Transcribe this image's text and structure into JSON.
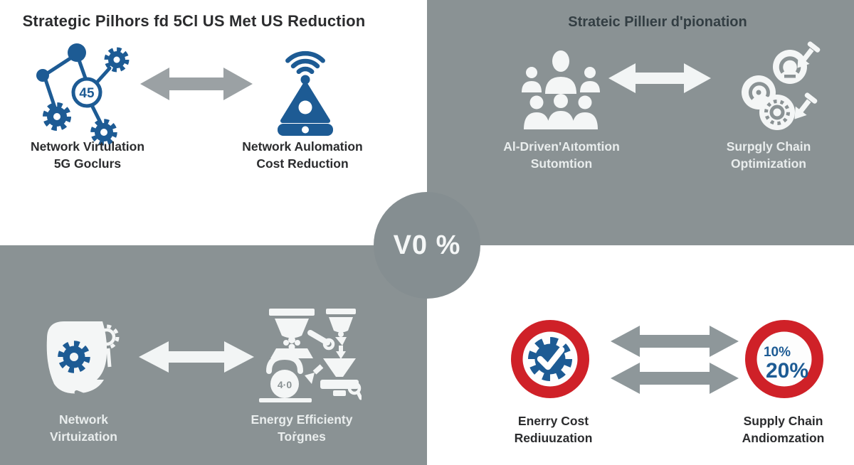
{
  "colors": {
    "panel_gray": "#8a9294",
    "center_circle_gray": "#858e91",
    "brand_blue": "#1d5b94",
    "brand_red": "#cf2128",
    "dark_text": "#2b2c2e",
    "gray_title_text": "#333e43",
    "light_text": "#e9eded",
    "arrow_gray": "#9ba1a4",
    "arrow_gray_dark": "#8e979a",
    "arrow_white": "#f2f5f5"
  },
  "center_badge": {
    "label": "V0 %"
  },
  "quadrants": {
    "top_left": {
      "title": "Strategic Pilhors fd 5Cl US Met US Reduction",
      "left_item": {
        "icon": "network-gears-icon",
        "badge": "45",
        "lines": [
          "Network Virtulation",
          "5G Goclurs"
        ]
      },
      "right_item": {
        "icon": "antenna-tower-icon",
        "lines": [
          "Network Aulomation",
          "Cost Reduction"
        ]
      },
      "arrow_icon": "double-headed-arrow-icon"
    },
    "top_right": {
      "title": "Strateic Pillıeır d'pionation",
      "left_item": {
        "icon": "people-group-icon",
        "lines": [
          "Al-Driven'Aıtomtion",
          "Sutomtion"
        ]
      },
      "right_item": {
        "icon": "gear-wheels-icon",
        "lines": [
          "Surpgly Chain",
          "Optimization"
        ]
      },
      "arrow_icon": "double-headed-arrow-icon"
    },
    "bottom_left": {
      "left_item": {
        "icon": "document-gear-icon",
        "lines": [
          "Network",
          "Virtuization"
        ]
      },
      "right_item": {
        "icon": "industry-machines-icon",
        "badge": "4·0",
        "lines": [
          "Energy Efficienty",
          "Toṙgnes"
        ]
      },
      "arrow_icon": "double-headed-arrow-icon"
    },
    "bottom_right": {
      "left_item": {
        "icon": "ring-gear-check-icon",
        "lines": [
          "Enerry Cost",
          "Rediuuzation"
        ]
      },
      "right_item": {
        "icon": "ring-percentages-icon",
        "percent_values": [
          "10%",
          "20%"
        ],
        "lines": [
          "Supply Chain",
          "Andiomzation"
        ]
      },
      "arrow_icon": "double-double-headed-arrow-icon"
    }
  }
}
